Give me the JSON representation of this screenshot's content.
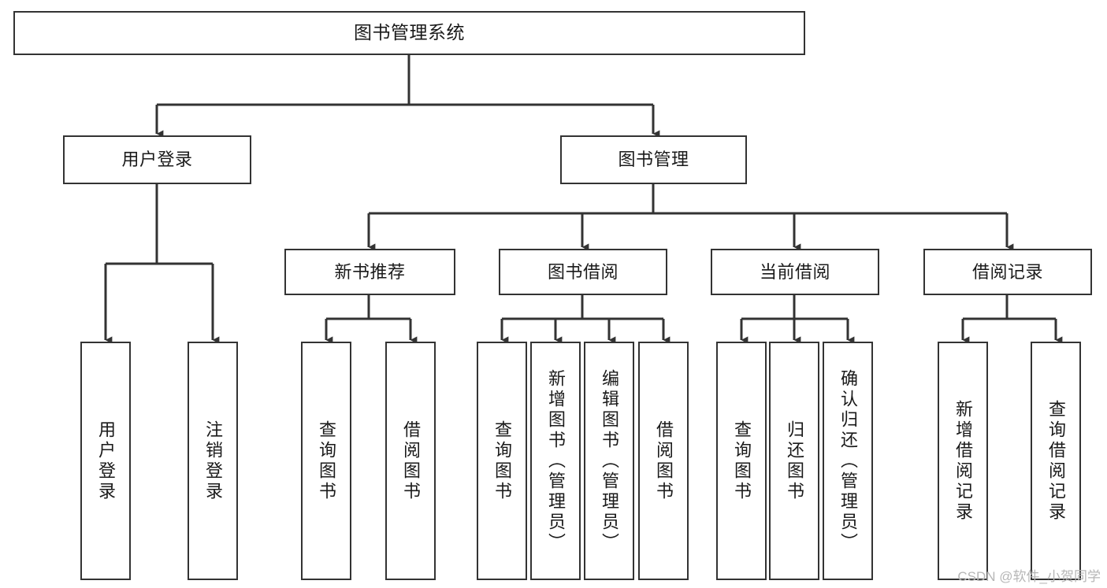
{
  "diagram": {
    "title": "图书管理系统",
    "type": "tree-hierarchy-chart",
    "orientation": "top-down",
    "colors": {
      "background": "#ffffff",
      "node_border": "#333333",
      "node_fill": "#ffffff",
      "edge": "#333333",
      "text": "#1a1a1a",
      "watermark": "#b6b6b6"
    },
    "watermark": "CSDN @软件_小贺同学",
    "nodes": {
      "root": {
        "label": "图书管理系统"
      },
      "level2": [
        {
          "label": "用户登录"
        },
        {
          "label": "图书管理"
        }
      ],
      "level3": [
        {
          "label": "新书推荐"
        },
        {
          "label": "图书借阅"
        },
        {
          "label": "当前借阅"
        },
        {
          "label": "借阅记录"
        }
      ],
      "leaves": {
        "user_login": [
          {
            "label": "用户登录"
          },
          {
            "label": "注销登录"
          }
        ],
        "new_book_recommend": [
          {
            "label": "查询图书"
          },
          {
            "label": "借阅图书"
          }
        ],
        "book_borrow": [
          {
            "label": "查询图书"
          },
          {
            "label": "新增图书（管理员）"
          },
          {
            "label": "编辑图书（管理员）"
          },
          {
            "label": "借阅图书"
          }
        ],
        "current_borrow": [
          {
            "label": "查询图书"
          },
          {
            "label": "归还图书"
          },
          {
            "label": "确认归还（管理员）"
          }
        ],
        "borrow_record": [
          {
            "label": "新增借阅记录"
          },
          {
            "label": "查询借阅记录"
          }
        ]
      }
    }
  }
}
